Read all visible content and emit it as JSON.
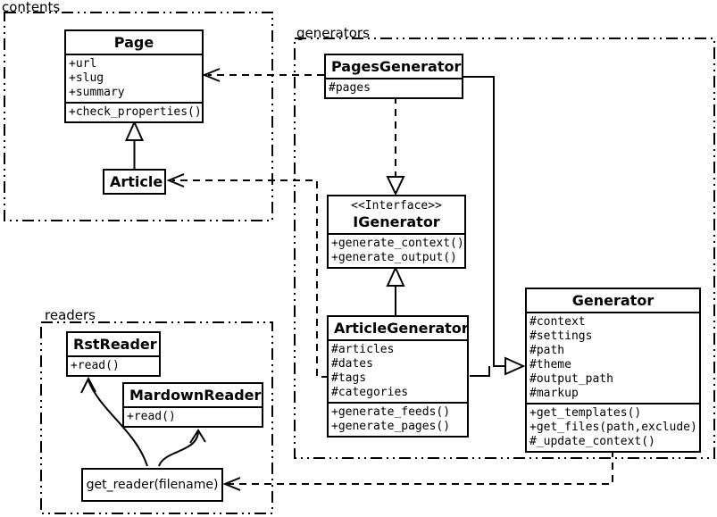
{
  "diagram": {
    "type": "uml-class-diagram",
    "background_color": "#ffffff",
    "line_color": "#000000"
  },
  "packages": {
    "contents": {
      "label": "contents"
    },
    "generators": {
      "label": "generators"
    },
    "readers": {
      "label": "readers"
    }
  },
  "classes": {
    "page": {
      "title": "Page",
      "attributes": [
        "+url",
        "+slug",
        "+summary"
      ],
      "methods": [
        "+check_properties()"
      ]
    },
    "article": {
      "title": "Article"
    },
    "pages_generator": {
      "title": "PagesGenerator",
      "attributes": [
        "#pages"
      ]
    },
    "igenerator": {
      "stereotype": "<<Interface>>",
      "title": "IGenerator",
      "methods": [
        "+generate_context()",
        "+generate_output()"
      ]
    },
    "article_generator": {
      "title": "ArticleGenerator",
      "attributes": [
        "#articles",
        "#dates",
        "#tags",
        "#categories"
      ],
      "methods": [
        "+generate_feeds()",
        "+generate_pages()"
      ]
    },
    "generator": {
      "title": "Generator",
      "attributes": [
        "#context",
        "#settings",
        "#path",
        "#theme",
        "#output_path",
        "#markup"
      ],
      "methods": [
        "+get_templates()",
        "+get_files(path,exclude)",
        "#_update_context()"
      ]
    },
    "rst_reader": {
      "title": "RstReader",
      "methods": [
        "+read()"
      ]
    },
    "mardown_reader": {
      "title": "MardownReader",
      "methods": [
        "+read()"
      ]
    },
    "get_reader": {
      "label": "get_reader(filename)"
    }
  },
  "relationships": [
    {
      "from": "Article",
      "to": "Page",
      "type": "inheritance"
    },
    {
      "from": "PagesGenerator",
      "to": "Page",
      "type": "dependency"
    },
    {
      "from": "ArticleGenerator",
      "to": "Article",
      "type": "dependency"
    },
    {
      "from": "PagesGenerator",
      "to": "IGenerator",
      "type": "realization"
    },
    {
      "from": "ArticleGenerator",
      "to": "IGenerator",
      "type": "inheritance"
    },
    {
      "from": "PagesGenerator",
      "to": "Generator",
      "type": "inheritance"
    },
    {
      "from": "ArticleGenerator",
      "to": "Generator",
      "type": "inheritance"
    },
    {
      "from": "Generator",
      "to": "get_reader(filename)",
      "type": "dependency"
    },
    {
      "from": "get_reader(filename)",
      "to": "RstReader",
      "type": "arrow"
    },
    {
      "from": "get_reader(filename)",
      "to": "MardownReader",
      "type": "arrow"
    }
  ]
}
